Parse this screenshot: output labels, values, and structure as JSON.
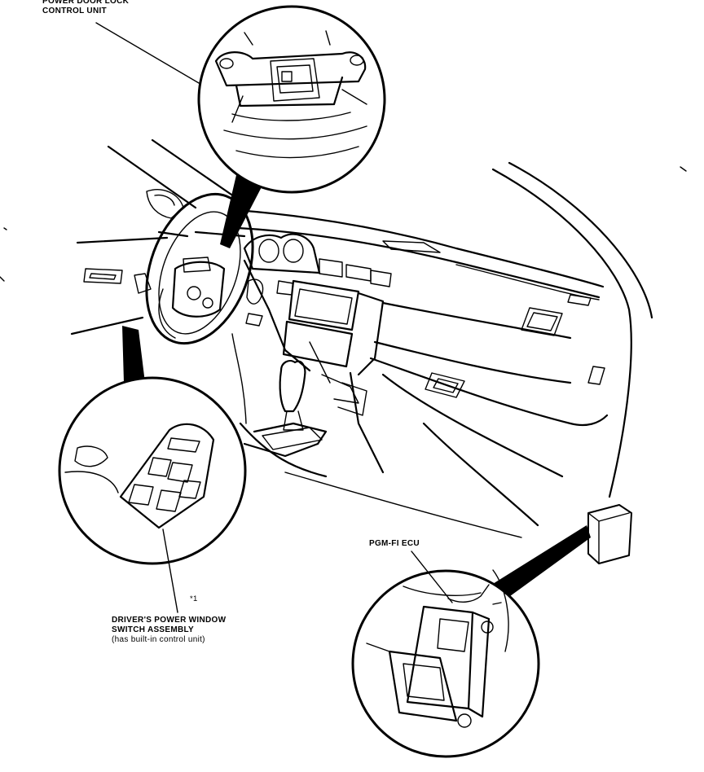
{
  "labels": {
    "power_door_lock_line1": "POWER DOOR LOCK",
    "power_door_lock_line2": "CONTROL UNIT",
    "pgm_fi_ecu": "PGM-FI ECU",
    "ref_mark": "*1",
    "drivers_window_line1": "DRIVER'S POWER WINDOW",
    "drivers_window_line2": "SWITCH ASSEMBLY",
    "drivers_window_note": "(has built-in control unit)"
  }
}
